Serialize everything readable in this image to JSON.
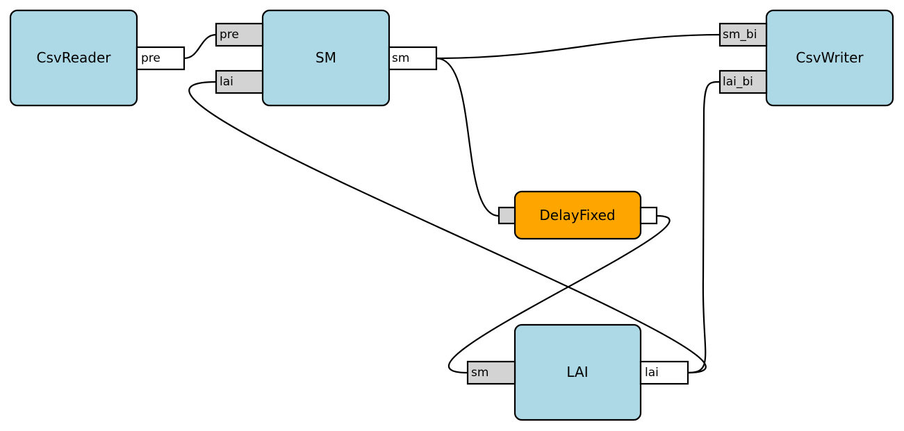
{
  "colors": {
    "component_fill": "#add8e6",
    "adapter_fill": "#ffa500",
    "input_port_fill": "#d3d3d3",
    "output_port_fill": "#ffffff",
    "stroke": "#000000"
  },
  "nodes": {
    "csvreader": {
      "label": "CsvReader",
      "ports": {
        "out_pre": "pre"
      }
    },
    "sm": {
      "label": "SM",
      "ports": {
        "in_pre": "pre",
        "in_lai": "lai",
        "out_sm": "sm"
      }
    },
    "csvwriter": {
      "label": "CsvWriter",
      "ports": {
        "in_sm_bi": "sm_bi",
        "in_lai_bi": "lai_bi"
      }
    },
    "delayfixed": {
      "label": "DelayFixed",
      "ports": {
        "in": "",
        "out": ""
      }
    },
    "lai": {
      "label": "LAI",
      "ports": {
        "in_sm": "sm",
        "out_lai": "lai"
      }
    }
  },
  "connections": [
    {
      "from": "CsvReader.pre",
      "to": "SM.pre"
    },
    {
      "from": "SM.sm",
      "to": "CsvWriter.sm_bi"
    },
    {
      "from": "SM.sm",
      "to": "DelayFixed"
    },
    {
      "from": "DelayFixed",
      "to": "LAI.sm"
    },
    {
      "from": "LAI.lai",
      "to": "SM.lai"
    },
    {
      "from": "LAI.lai",
      "to": "CsvWriter.lai_bi"
    }
  ]
}
